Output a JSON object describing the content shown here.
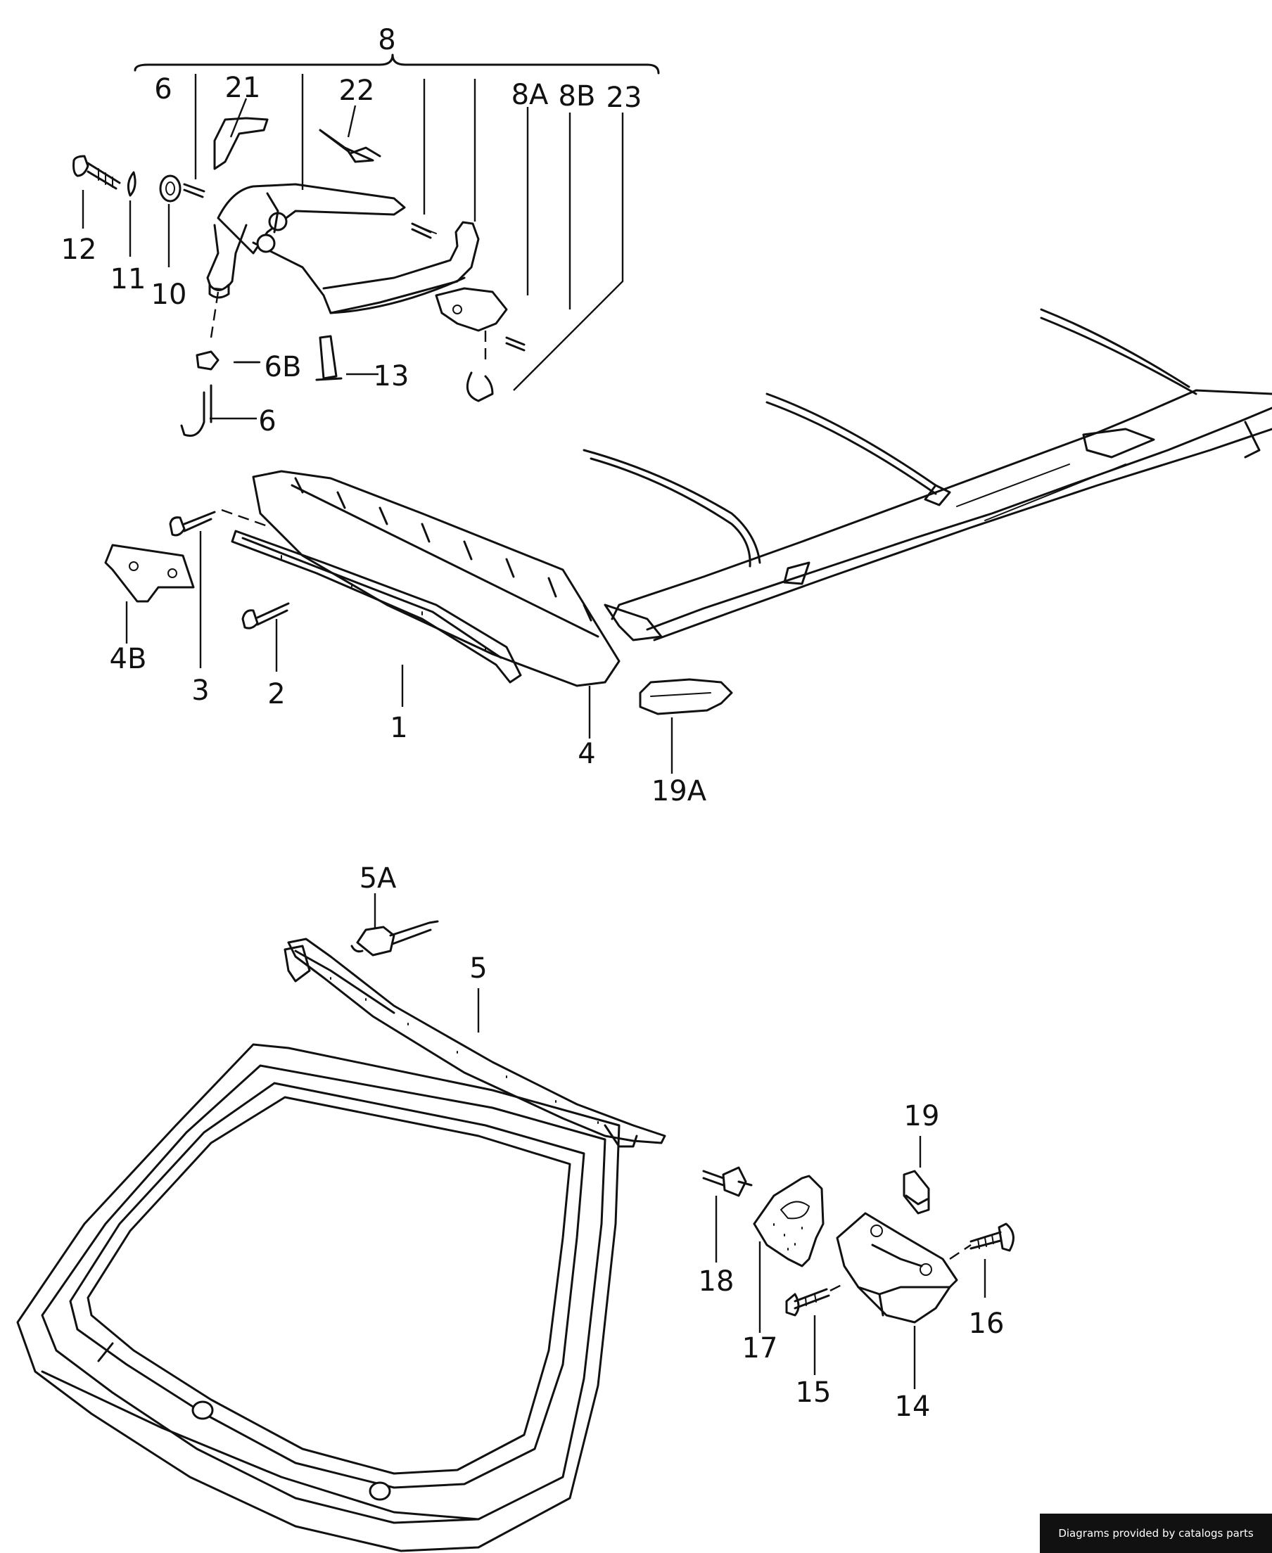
{
  "labels": {
    "l8": "8",
    "l6a": "6",
    "l21": "21",
    "l22": "22",
    "l8A": "8A",
    "l8B": "8B",
    "l23": "23",
    "l12": "12",
    "l11": "11",
    "l10": "10",
    "l6B": "6B",
    "l13": "13",
    "l6b": "6",
    "l4B": "4B",
    "l3": "3",
    "l2": "2",
    "l1": "1",
    "l4": "4",
    "l19A": "19A",
    "l5A": "5A",
    "l5": "5",
    "l19": "19",
    "l18": "18",
    "l17": "17",
    "l16": "16",
    "l15": "15",
    "l14": "14"
  },
  "footer": {
    "credit": "Diagrams provided by catalogs parts"
  }
}
